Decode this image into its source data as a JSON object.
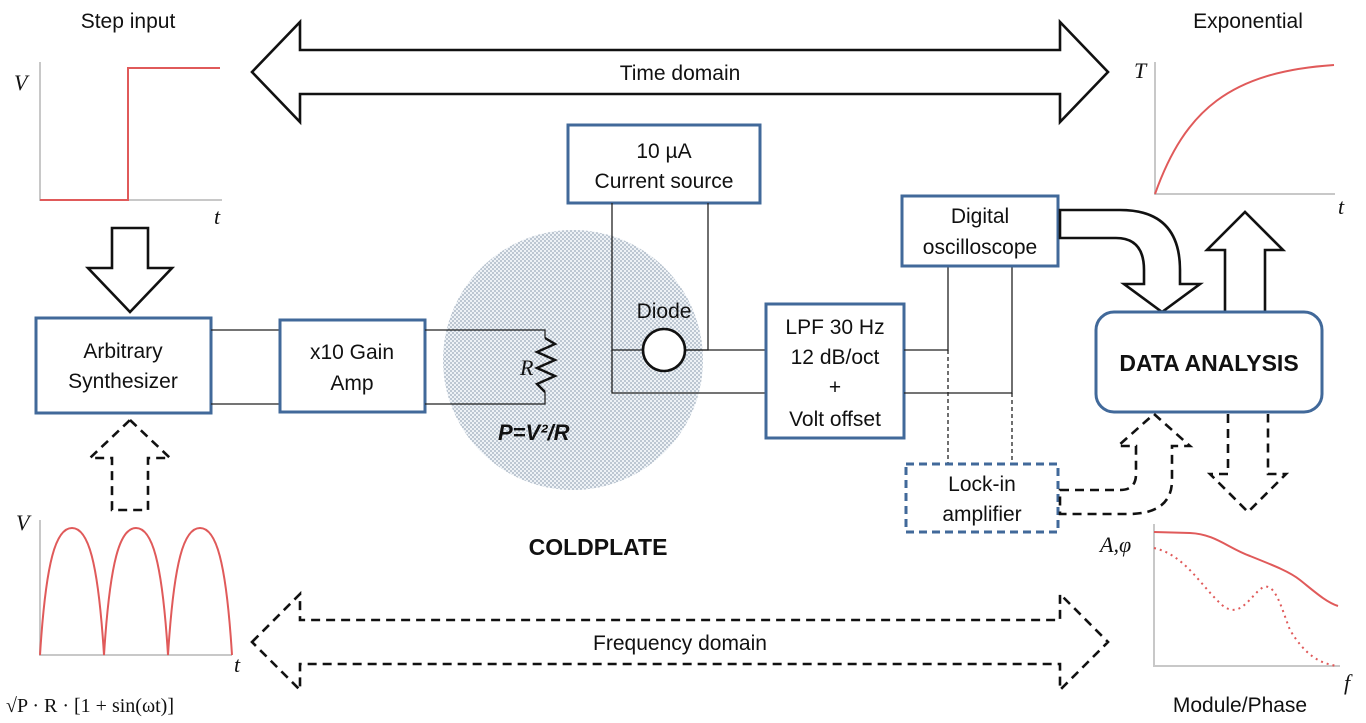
{
  "arrows": {
    "time_domain": "Time domain",
    "frequency_domain": "Frequency domain"
  },
  "plots": {
    "step": {
      "title": "Step input",
      "ylabel": "V",
      "xlabel": "t"
    },
    "exponential": {
      "title": "Exponential",
      "ylabel": "T",
      "xlabel": "t"
    },
    "sine": {
      "ylabel": "V",
      "xlabel": "t",
      "formula": "√P · R · [1 + sin(ωt)]"
    },
    "module_phase": {
      "title": "Module/Phase",
      "ylabel": "A,φ",
      "xlabel": "f"
    }
  },
  "blocks": {
    "synthesizer": {
      "line1": "Arbitrary",
      "line2": "Synthesizer"
    },
    "gain_amp": {
      "line1": "x10 Gain",
      "line2": "Amp"
    },
    "current_source": {
      "line1": "10 µA",
      "line2": "Current source"
    },
    "oscilloscope": {
      "line1": "Digital",
      "line2": "oscilloscope"
    },
    "lpf": {
      "line1": "LPF 30 Hz",
      "line2": "12 dB/oct",
      "line3": "+",
      "line4": "Volt offset"
    },
    "lockin": {
      "line1": "Lock-in",
      "line2": "amplifier"
    },
    "data_analysis": "DATA ANALYSIS"
  },
  "coldplate": {
    "label": "COLDPLATE",
    "resistor": "R",
    "power": "P=V²/R",
    "diode": "Diode"
  },
  "colors": {
    "box_border": "#41699a",
    "curve": "#e05a5a",
    "coldplate_fill": "#dfe6ee"
  }
}
